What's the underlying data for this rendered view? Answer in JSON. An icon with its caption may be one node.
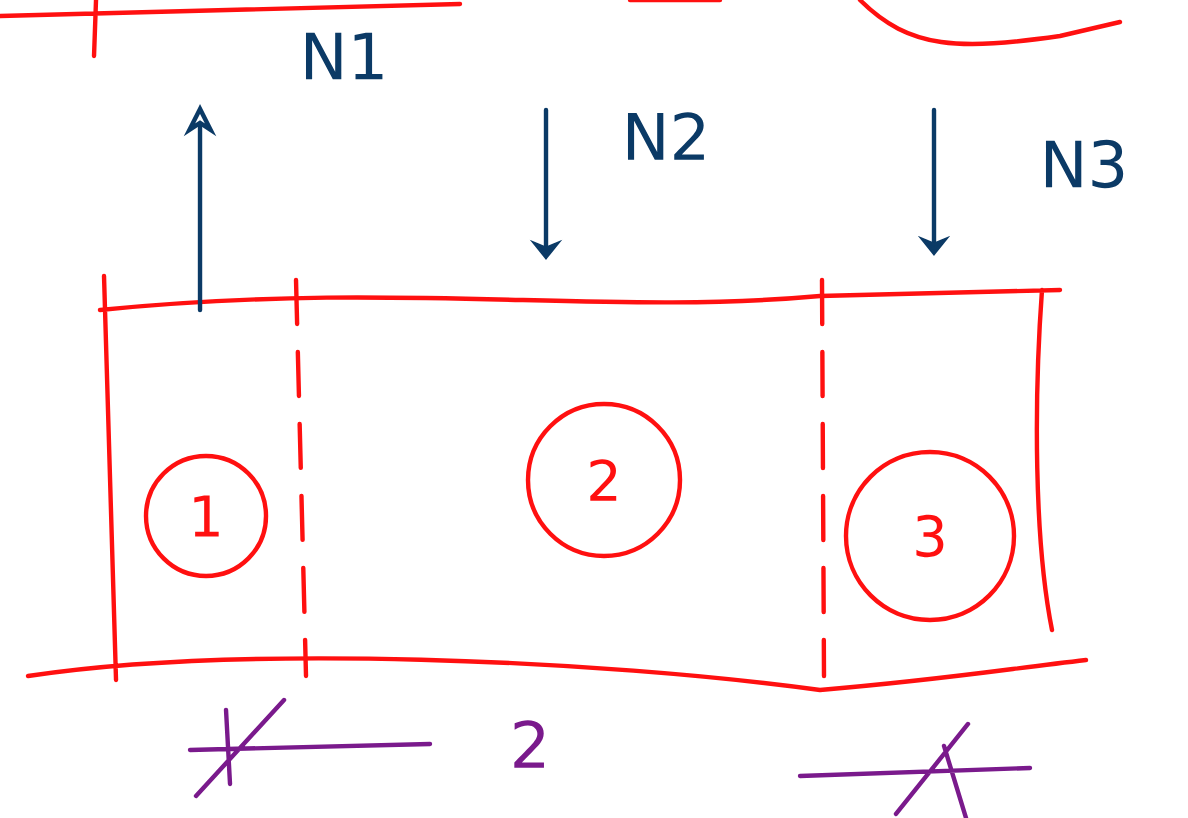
{
  "diagram": {
    "nodes": [
      {
        "text": [
          "1"
        ]
      },
      {
        "text": [
          "2"
        ]
      },
      {
        "text": [
          "3"
        ]
      }
    ],
    "labels": [
      "N1",
      "N2",
      "N3",
      "2"
    ]
  }
}
